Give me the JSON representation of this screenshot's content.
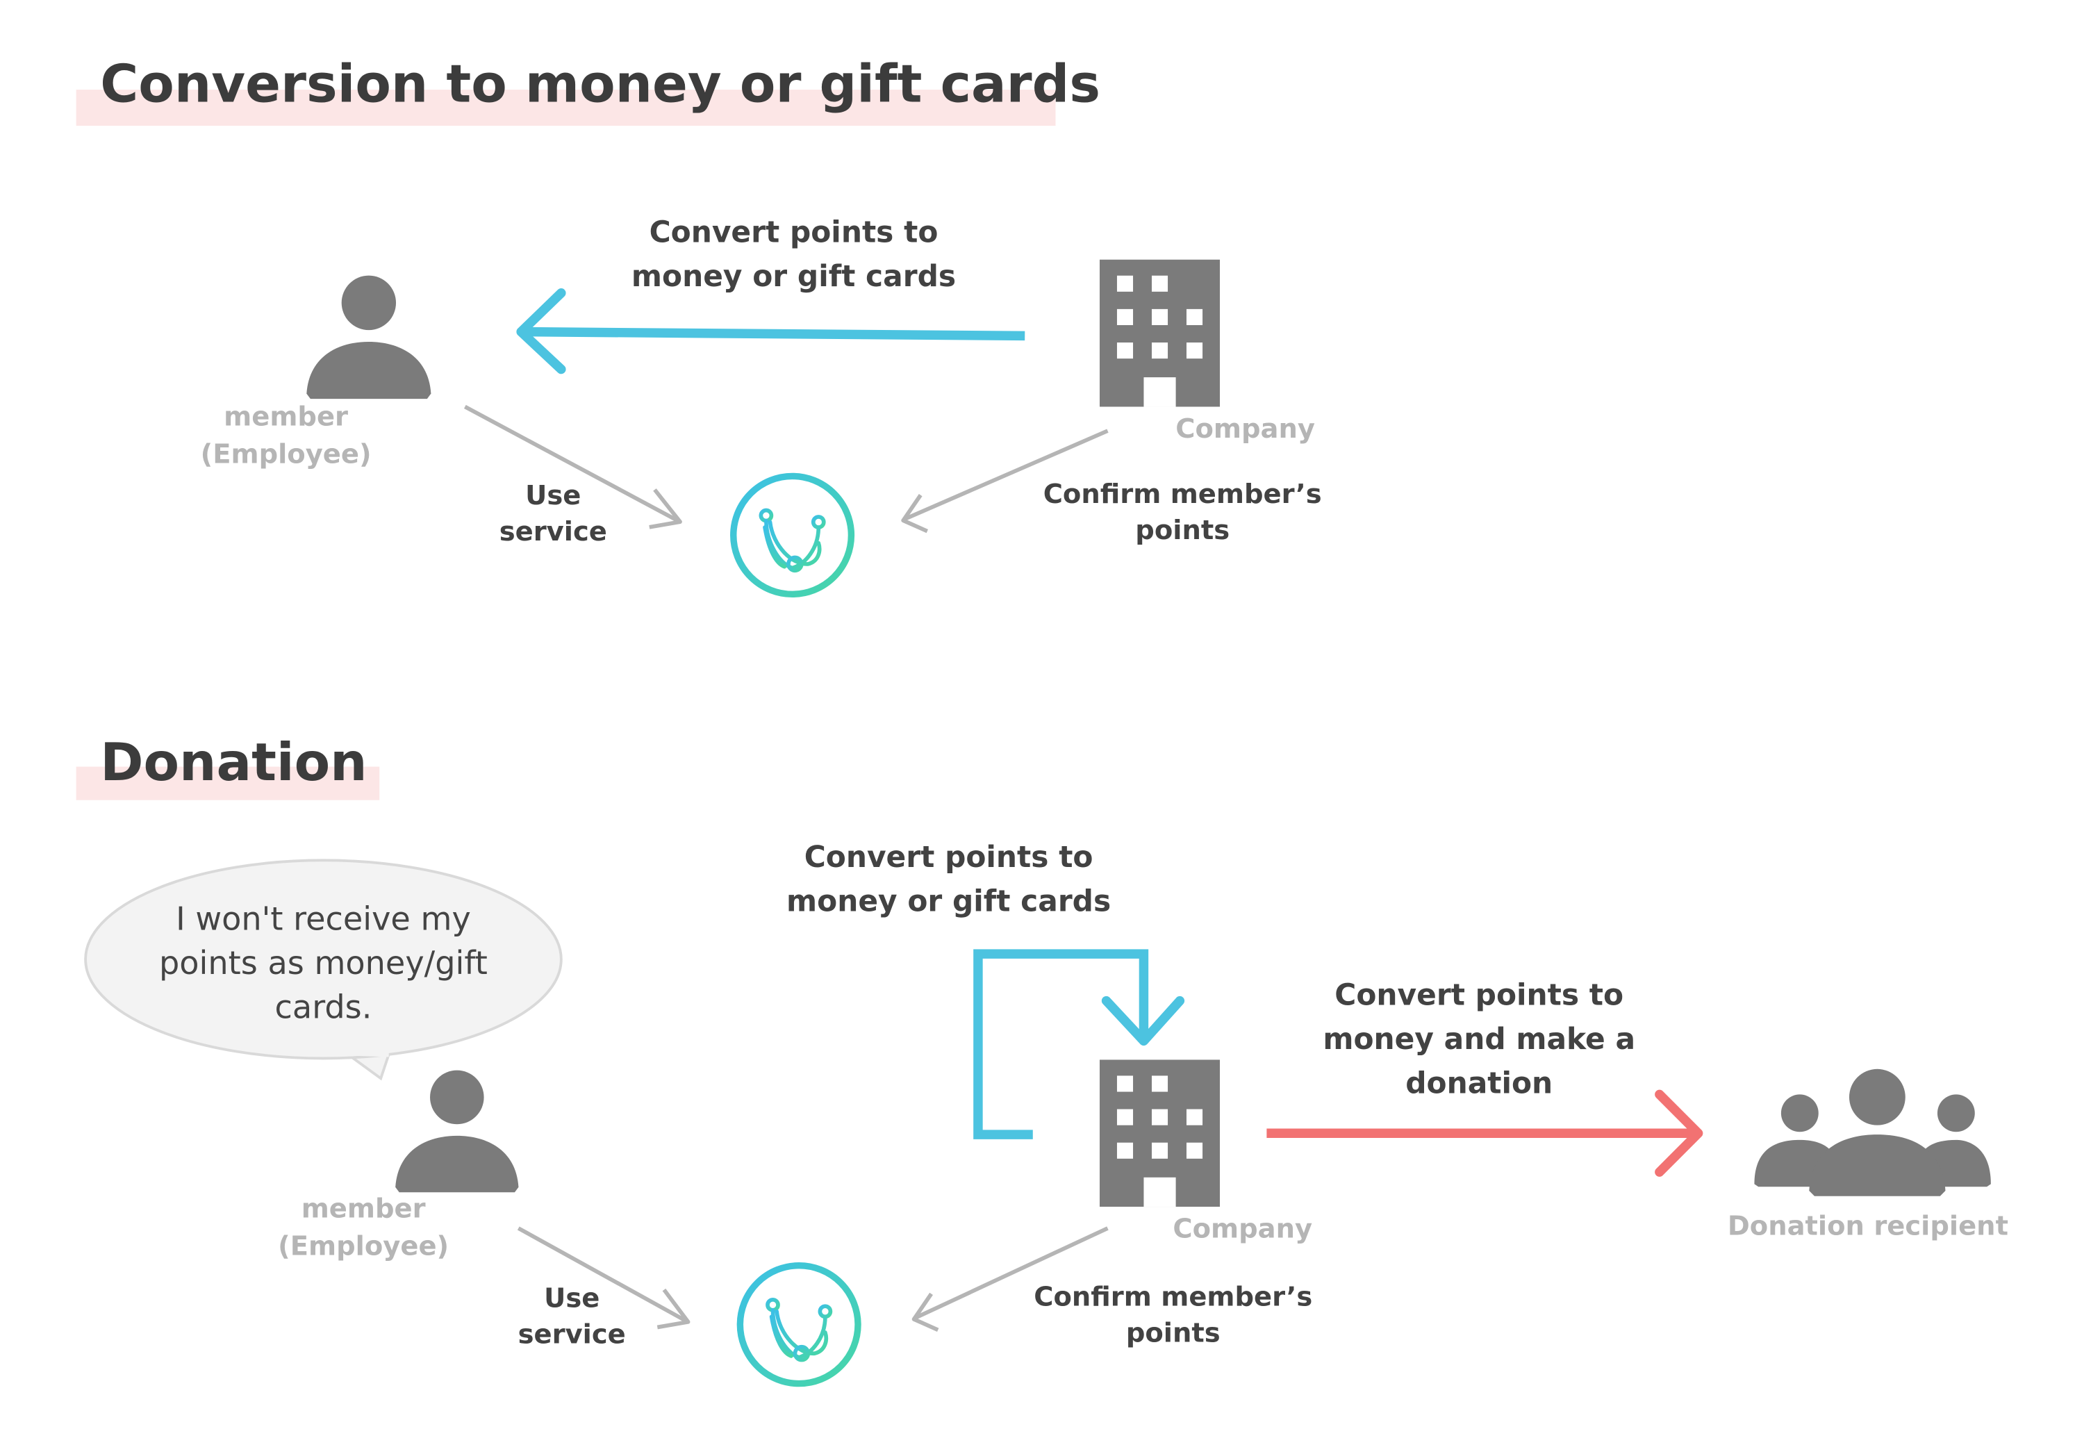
{
  "sections": {
    "conversion": {
      "title": "Conversion to money or gift cards",
      "arrow_label": [
        "Convert points to",
        "money or gift cards"
      ],
      "member_label": [
        "member",
        "(Employee)"
      ],
      "company_label": "Company",
      "use_service": [
        "Use",
        "service"
      ],
      "confirm_label": [
        "Confirm member’s",
        "points"
      ]
    },
    "donation": {
      "title": "Donation",
      "bubble_text": [
        "I won't receive my",
        "points as money/gift",
        "cards."
      ],
      "loop_label": [
        "Convert points to",
        "money or gift cards"
      ],
      "donate_label": [
        "Convert points to",
        "money and make a",
        "donation"
      ],
      "member_label": [
        "member",
        "(Employee)"
      ],
      "company_label": "Company",
      "recipient_label": "Donation recipient",
      "use_service": [
        "Use",
        "service"
      ],
      "confirm_label": [
        "Confirm member’s",
        "points"
      ]
    }
  },
  "colors": {
    "title_highlight": "#fce6e6",
    "blue_arrow": "#4cc3e0",
    "red_arrow": "#f27272",
    "grey_arrow": "#b5b5b5",
    "icon_grey": "#7b7b7b",
    "logo_gradient_start": "#3cc0e6",
    "logo_gradient_end": "#47d6a6"
  },
  "icons": {
    "member": "person-icon",
    "company": "building-icon",
    "service": "service-logo-icon",
    "recipient": "group-icon"
  }
}
